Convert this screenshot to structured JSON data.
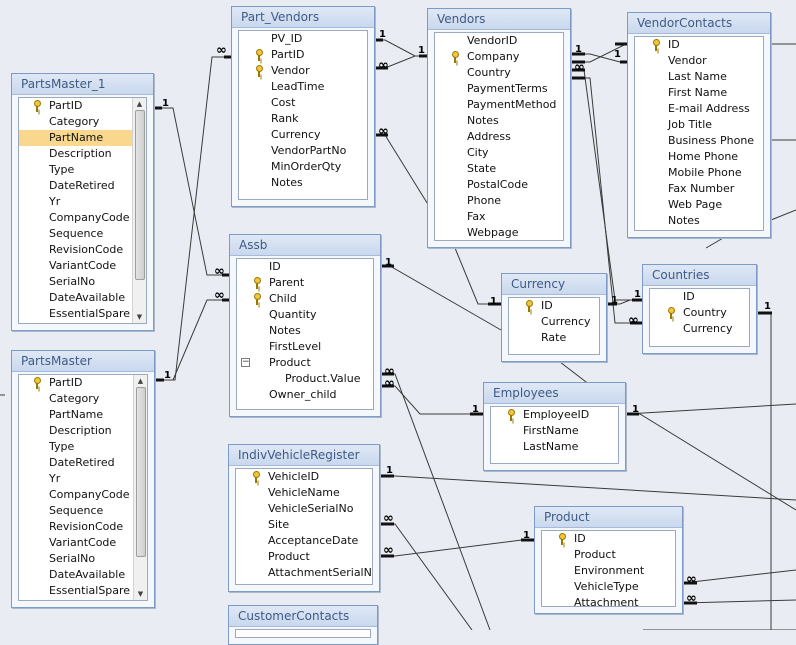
{
  "tables": [
    {
      "id": "partsmaster1",
      "title": "PartsMaster_1",
      "fields": [
        {
          "name": "PartID",
          "key": true
        },
        {
          "name": "Category"
        },
        {
          "name": "PartName",
          "selected": true
        },
        {
          "name": "Description"
        },
        {
          "name": "Type"
        },
        {
          "name": "DateRetired"
        },
        {
          "name": "Yr"
        },
        {
          "name": "CompanyCode"
        },
        {
          "name": "Sequence"
        },
        {
          "name": "RevisionCode"
        },
        {
          "name": "VariantCode"
        },
        {
          "name": "SerialNo"
        },
        {
          "name": "DateAvailable"
        },
        {
          "name": "EssentialSpare"
        }
      ],
      "scroll": {
        "thumb_start": 0.0,
        "thumb_length": 0.82
      }
    },
    {
      "id": "partsmaster",
      "title": "PartsMaster",
      "fields": [
        {
          "name": "PartID",
          "key": true
        },
        {
          "name": "Category"
        },
        {
          "name": "PartName"
        },
        {
          "name": "Description"
        },
        {
          "name": "Type"
        },
        {
          "name": "DateRetired"
        },
        {
          "name": "Yr"
        },
        {
          "name": "CompanyCode"
        },
        {
          "name": "Sequence"
        },
        {
          "name": "RevisionCode"
        },
        {
          "name": "VariantCode"
        },
        {
          "name": "SerialNo"
        },
        {
          "name": "DateAvailable"
        },
        {
          "name": "EssentialSpare"
        }
      ],
      "scroll": {
        "thumb_start": 0.0,
        "thumb_length": 0.82
      }
    },
    {
      "id": "partvendors",
      "title": "Part_Vendors",
      "fields": [
        {
          "name": "PV_ID"
        },
        {
          "name": "PartID",
          "key": true
        },
        {
          "name": "Vendor",
          "key": true
        },
        {
          "name": "LeadTime"
        },
        {
          "name": "Cost"
        },
        {
          "name": "Rank"
        },
        {
          "name": "Currency"
        },
        {
          "name": "VendorPartNo"
        },
        {
          "name": "MinOrderQty"
        },
        {
          "name": "Notes"
        }
      ]
    },
    {
      "id": "vendors",
      "title": "Vendors",
      "fields": [
        {
          "name": "VendorID"
        },
        {
          "name": "Company",
          "key": true
        },
        {
          "name": "Country"
        },
        {
          "name": "PaymentTerms"
        },
        {
          "name": "PaymentMethod"
        },
        {
          "name": "Notes"
        },
        {
          "name": "Address"
        },
        {
          "name": "City"
        },
        {
          "name": "State"
        },
        {
          "name": "PostalCode"
        },
        {
          "name": "Phone"
        },
        {
          "name": "Fax"
        },
        {
          "name": "Webpage"
        }
      ]
    },
    {
      "id": "vendorcontacts",
      "title": "VendorContacts",
      "fields": [
        {
          "name": "ID",
          "key": true
        },
        {
          "name": "Vendor"
        },
        {
          "name": "Last Name"
        },
        {
          "name": "First Name"
        },
        {
          "name": "E-mail Address"
        },
        {
          "name": "Job Title"
        },
        {
          "name": "Business Phone"
        },
        {
          "name": "Home Phone"
        },
        {
          "name": "Mobile Phone"
        },
        {
          "name": "Fax Number"
        },
        {
          "name": "Web Page"
        },
        {
          "name": "Notes"
        }
      ]
    },
    {
      "id": "assb",
      "title": "Assb",
      "fields": [
        {
          "name": "ID"
        },
        {
          "name": "Parent",
          "key": true
        },
        {
          "name": "Child",
          "key": true
        },
        {
          "name": "Quantity"
        },
        {
          "name": "Notes"
        },
        {
          "name": "FirstLevel"
        },
        {
          "name": "Product",
          "expander": true
        },
        {
          "name": "Product.Value",
          "sub": true
        },
        {
          "name": "Owner_child"
        }
      ]
    },
    {
      "id": "currency",
      "title": "Currency",
      "fields": [
        {
          "name": "ID",
          "key": true
        },
        {
          "name": "Currency"
        },
        {
          "name": "Rate"
        }
      ]
    },
    {
      "id": "countries",
      "title": "Countries",
      "fields": [
        {
          "name": "ID"
        },
        {
          "name": "Country",
          "key": true
        },
        {
          "name": "Currency"
        }
      ]
    },
    {
      "id": "employees",
      "title": "Employees",
      "fields": [
        {
          "name": "EmployeeID",
          "key": true
        },
        {
          "name": "FirstName"
        },
        {
          "name": "LastName"
        }
      ]
    },
    {
      "id": "indiv",
      "title": "IndivVehicleRegister",
      "fields": [
        {
          "name": "VehicleID",
          "key": true
        },
        {
          "name": "VehicleName"
        },
        {
          "name": "VehicleSerialNo"
        },
        {
          "name": "Site"
        },
        {
          "name": "AcceptanceDate"
        },
        {
          "name": "Product"
        },
        {
          "name": "AttachmentSerialNo"
        }
      ]
    },
    {
      "id": "product",
      "title": "Product",
      "fields": [
        {
          "name": "ID",
          "key": true
        },
        {
          "name": "Product"
        },
        {
          "name": "Environment"
        },
        {
          "name": "VehicleType"
        },
        {
          "name": "Attachment"
        }
      ]
    },
    {
      "id": "customercontacts",
      "title": "CustomerContacts",
      "fields": []
    }
  ],
  "cardinality": {
    "one": "1",
    "many": "∞"
  }
}
